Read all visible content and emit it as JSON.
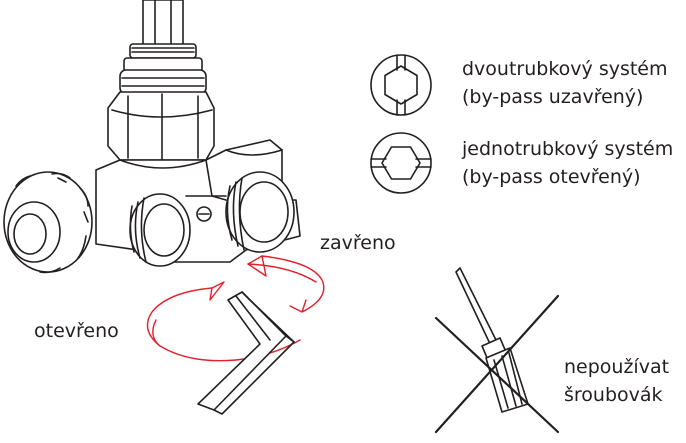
{
  "legend": {
    "two_pipe_line1": "dvoutrubkový systém",
    "two_pipe_line2": "(by-pass uzavřený)",
    "one_pipe_line1": "jednotrubkový systém",
    "one_pipe_line2": "(by-pass otevřený)"
  },
  "rotation": {
    "closed_label": "zavřeno",
    "open_label": "otevřeno"
  },
  "warning": {
    "line1": "nepoužívat",
    "line2": "šroubovák"
  },
  "colors": {
    "line": "#231f20",
    "arrow_red": "#e2202c",
    "background": "#ffffff"
  }
}
